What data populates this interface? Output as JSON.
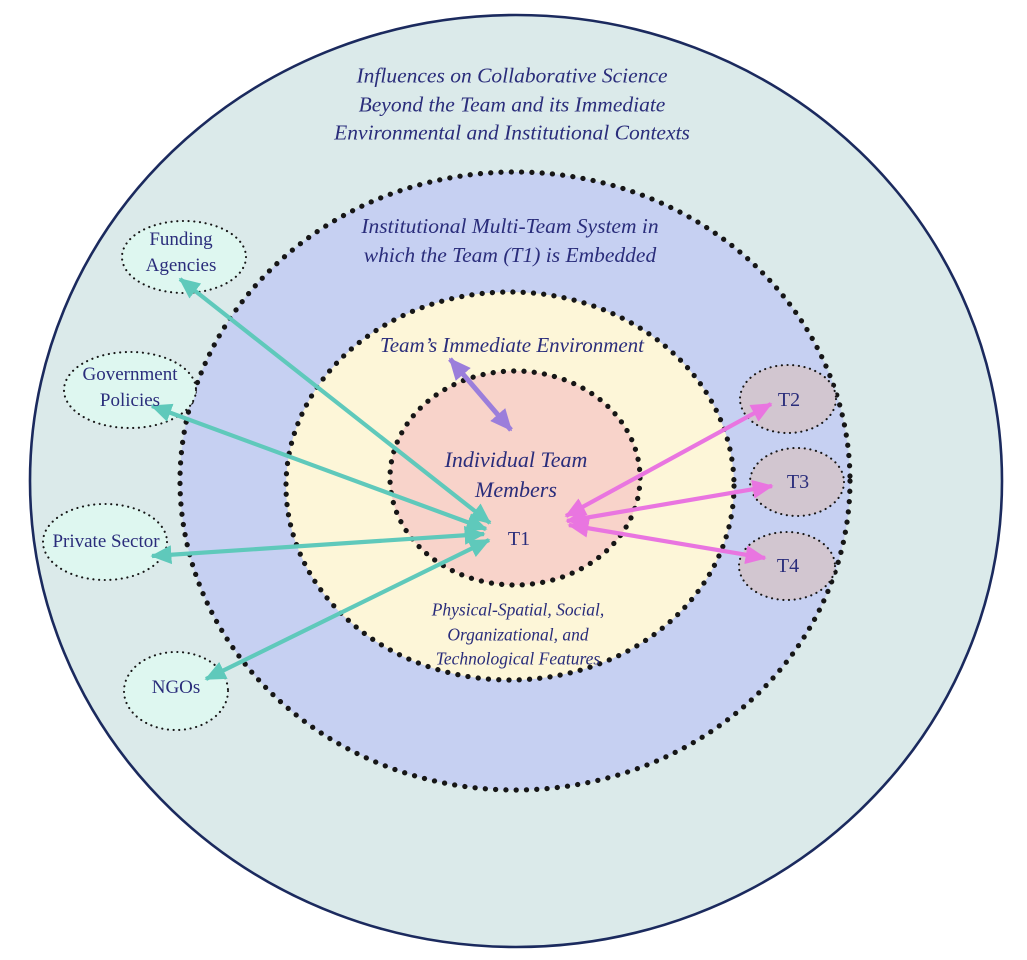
{
  "figure": {
    "type": "concentric-ecosystem-diagram",
    "outer_ring": {
      "title_lines": [
        "Influences on Collaborative Science",
        "Beyond the Team and its Immediate",
        "Environmental and Institutional Contexts"
      ]
    },
    "mts_ring": {
      "title_lines": [
        "Institutional Multi-Team System in",
        "which the Team (T1) is Embedded"
      ]
    },
    "immediate_env_ring": {
      "title": "Team’s Immediate Environment",
      "features_lines": [
        "Physical-Spatial, Social,",
        "Organizational, and",
        "Technological Features"
      ]
    },
    "inner_circle": {
      "title_lines": [
        "Individual Team",
        "Members"
      ],
      "team_label": "T1"
    }
  },
  "external_entities": [
    {
      "lines": [
        "Funding",
        "Agencies"
      ]
    },
    {
      "lines": [
        "Government",
        "Policies"
      ]
    },
    {
      "lines": [
        "Private Sector"
      ]
    },
    {
      "lines": [
        "NGOs"
      ]
    }
  ],
  "other_teams": [
    {
      "label": "T2"
    },
    {
      "label": "T3"
    },
    {
      "label": "T4"
    }
  ],
  "colors": {
    "text_color": "#2a2d7b",
    "outer_stroke": "#1b2a5e",
    "outer_fill": "#dbeaea",
    "mts_fill": "#c6d0f2",
    "immediate_env_fill": "#fdf6d8",
    "inner_fill": "#f8d3ca",
    "external_fill": "#def7f0",
    "team_fill": "#d2c6d0",
    "dot_color": "#161616",
    "influence_arrow": "#5fc9bb",
    "team_arrow": "#e975e0",
    "environment_arrow": "#9b7edb"
  }
}
